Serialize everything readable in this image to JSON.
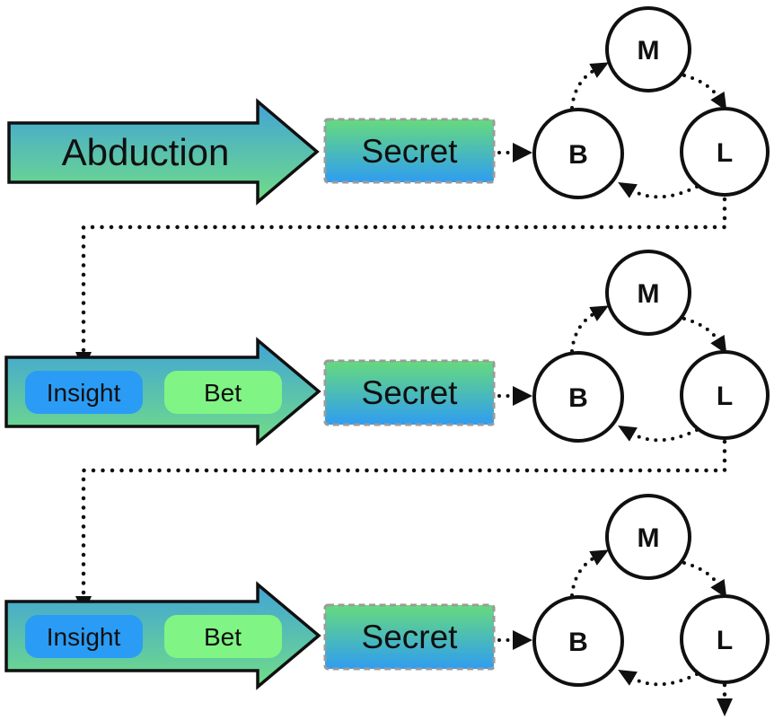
{
  "rows": [
    {
      "arrow_label": "Abduction",
      "secret_label": "Secret",
      "nodes": {
        "top": "M",
        "left": "B",
        "right": "L"
      }
    },
    {
      "insight_label": "Insight",
      "bet_label": "Bet",
      "secret_label": "Secret",
      "nodes": {
        "top": "M",
        "left": "B",
        "right": "L"
      }
    },
    {
      "insight_label": "Insight",
      "bet_label": "Bet",
      "secret_label": "Secret",
      "nodes": {
        "top": "M",
        "left": "B",
        "right": "L"
      }
    }
  ],
  "colors": {
    "arrow_gradient_top": "#41a3d8",
    "arrow_gradient_bottom": "#71dd86",
    "secret_gradient_top": "#67da7d",
    "secret_gradient_bottom": "#2f9df1",
    "insight_chip": "#2b9cf5",
    "bet_chip": "#80f485",
    "outline": "#101010",
    "dashed_border": "#9b9b9b",
    "background": "#ffffff"
  }
}
